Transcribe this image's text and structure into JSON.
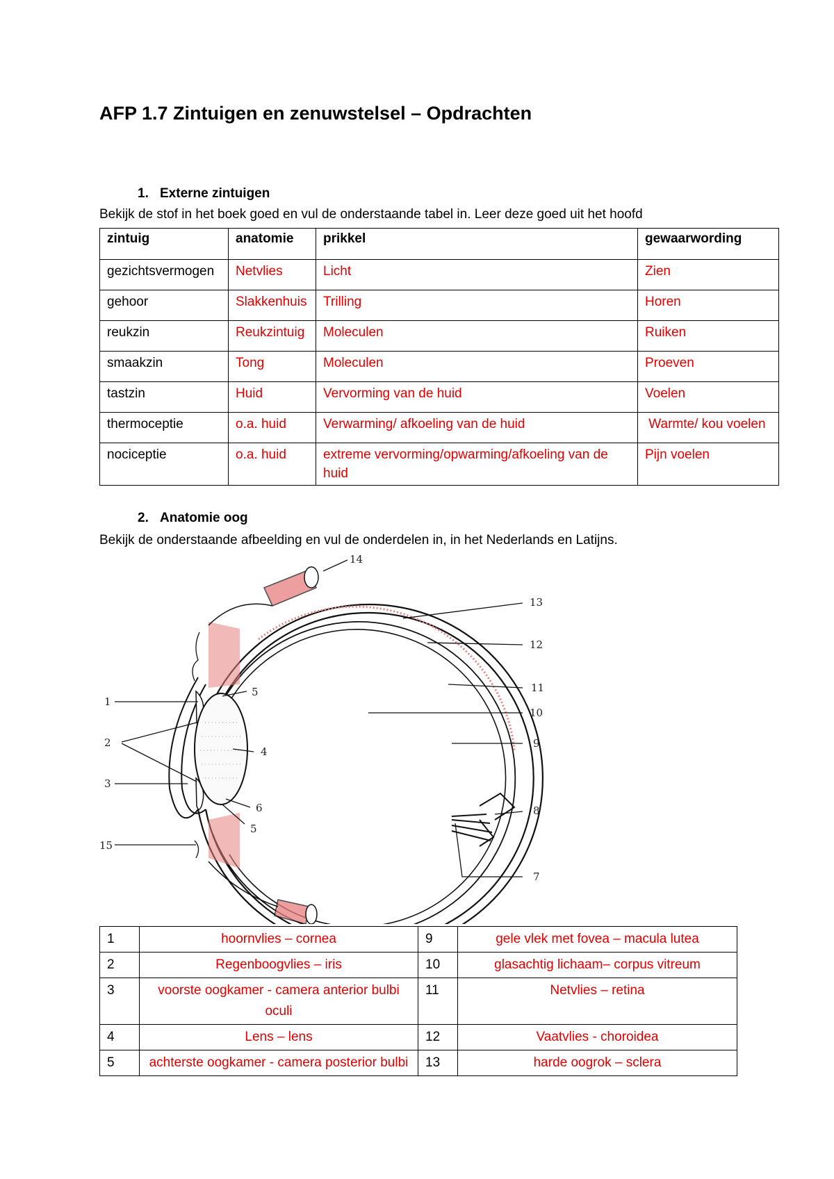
{
  "title": "AFP 1.7 Zintuigen en zenuwstelsel – Opdrachten",
  "section1": {
    "number": "1.",
    "heading": "Externe zintuigen",
    "intro": "Bekijk de stof in het boek goed en vul de onderstaande tabel in. Leer deze goed uit het hoofd",
    "columns": [
      "zintuig",
      "anatomie",
      "prikkel",
      "gewaarwording"
    ],
    "rows": [
      {
        "zintuig": "gezichtsvermogen",
        "anatomie": "Netvlies",
        "prikkel": "Licht",
        "gewaarwording": "Zien"
      },
      {
        "zintuig": "gehoor",
        "anatomie": "Slakkenhuis",
        "prikkel": "Trilling",
        "gewaarwording": "Horen"
      },
      {
        "zintuig": "reukzin",
        "anatomie": "Reukzintuig",
        "prikkel": "Moleculen",
        "gewaarwording": "Ruiken"
      },
      {
        "zintuig": "smaakzin",
        "anatomie": "Tong",
        "prikkel": "Moleculen",
        "gewaarwording": "Proeven"
      },
      {
        "zintuig": "tastzin",
        "anatomie": "Huid",
        "prikkel": "Vervorming van de huid",
        "gewaarwording": "Voelen"
      },
      {
        "zintuig": "thermoceptie",
        "anatomie": "o.a. huid",
        "prikkel": "Verwarming/ afkoeling van de huid",
        "gewaarwording": " Warmte/ kou voelen"
      },
      {
        "zintuig": "nociceptie",
        "anatomie": "o.a. huid",
        "prikkel": "extreme vervorming/opwarming/afkoeling van de huid",
        "gewaarwording": "Pijn voelen"
      }
    ]
  },
  "section2": {
    "number": "2.",
    "heading": "Anatomie oog",
    "intro": "Bekijk de onderstaande afbeelding en vul de onderdelen in, in het Nederlands en Latijns.",
    "diagram_labels": [
      "1",
      "2",
      "3",
      "4",
      "5",
      "5",
      "6",
      "7",
      "8",
      "9",
      "10",
      "11",
      "12",
      "13",
      "14",
      "15"
    ],
    "parts": [
      {
        "left_num": "1",
        "left": "hoornvlies – cornea",
        "right_num": "9",
        "right": "gele vlek met fovea – macula lutea"
      },
      {
        "left_num": "2",
        "left": "Regenboogvlies – iris",
        "right_num": "10",
        "right": "glasachtig lichaam– corpus vitreum"
      },
      {
        "left_num": "3",
        "left": "voorste oogkamer - camera anterior bulbi oculi",
        "right_num": "11",
        "right": "Netvlies – retina"
      },
      {
        "left_num": "4",
        "left": "Lens – lens",
        "right_num": "12",
        "right": "Vaatvlies - choroidea"
      },
      {
        "left_num": "5",
        "left": "achterste oogkamer - camera posterior bulbi",
        "right_num": "13",
        "right": "harde oogrok – sclera"
      }
    ]
  },
  "colors": {
    "answer": "#e00000",
    "muscle": "#e88080"
  }
}
